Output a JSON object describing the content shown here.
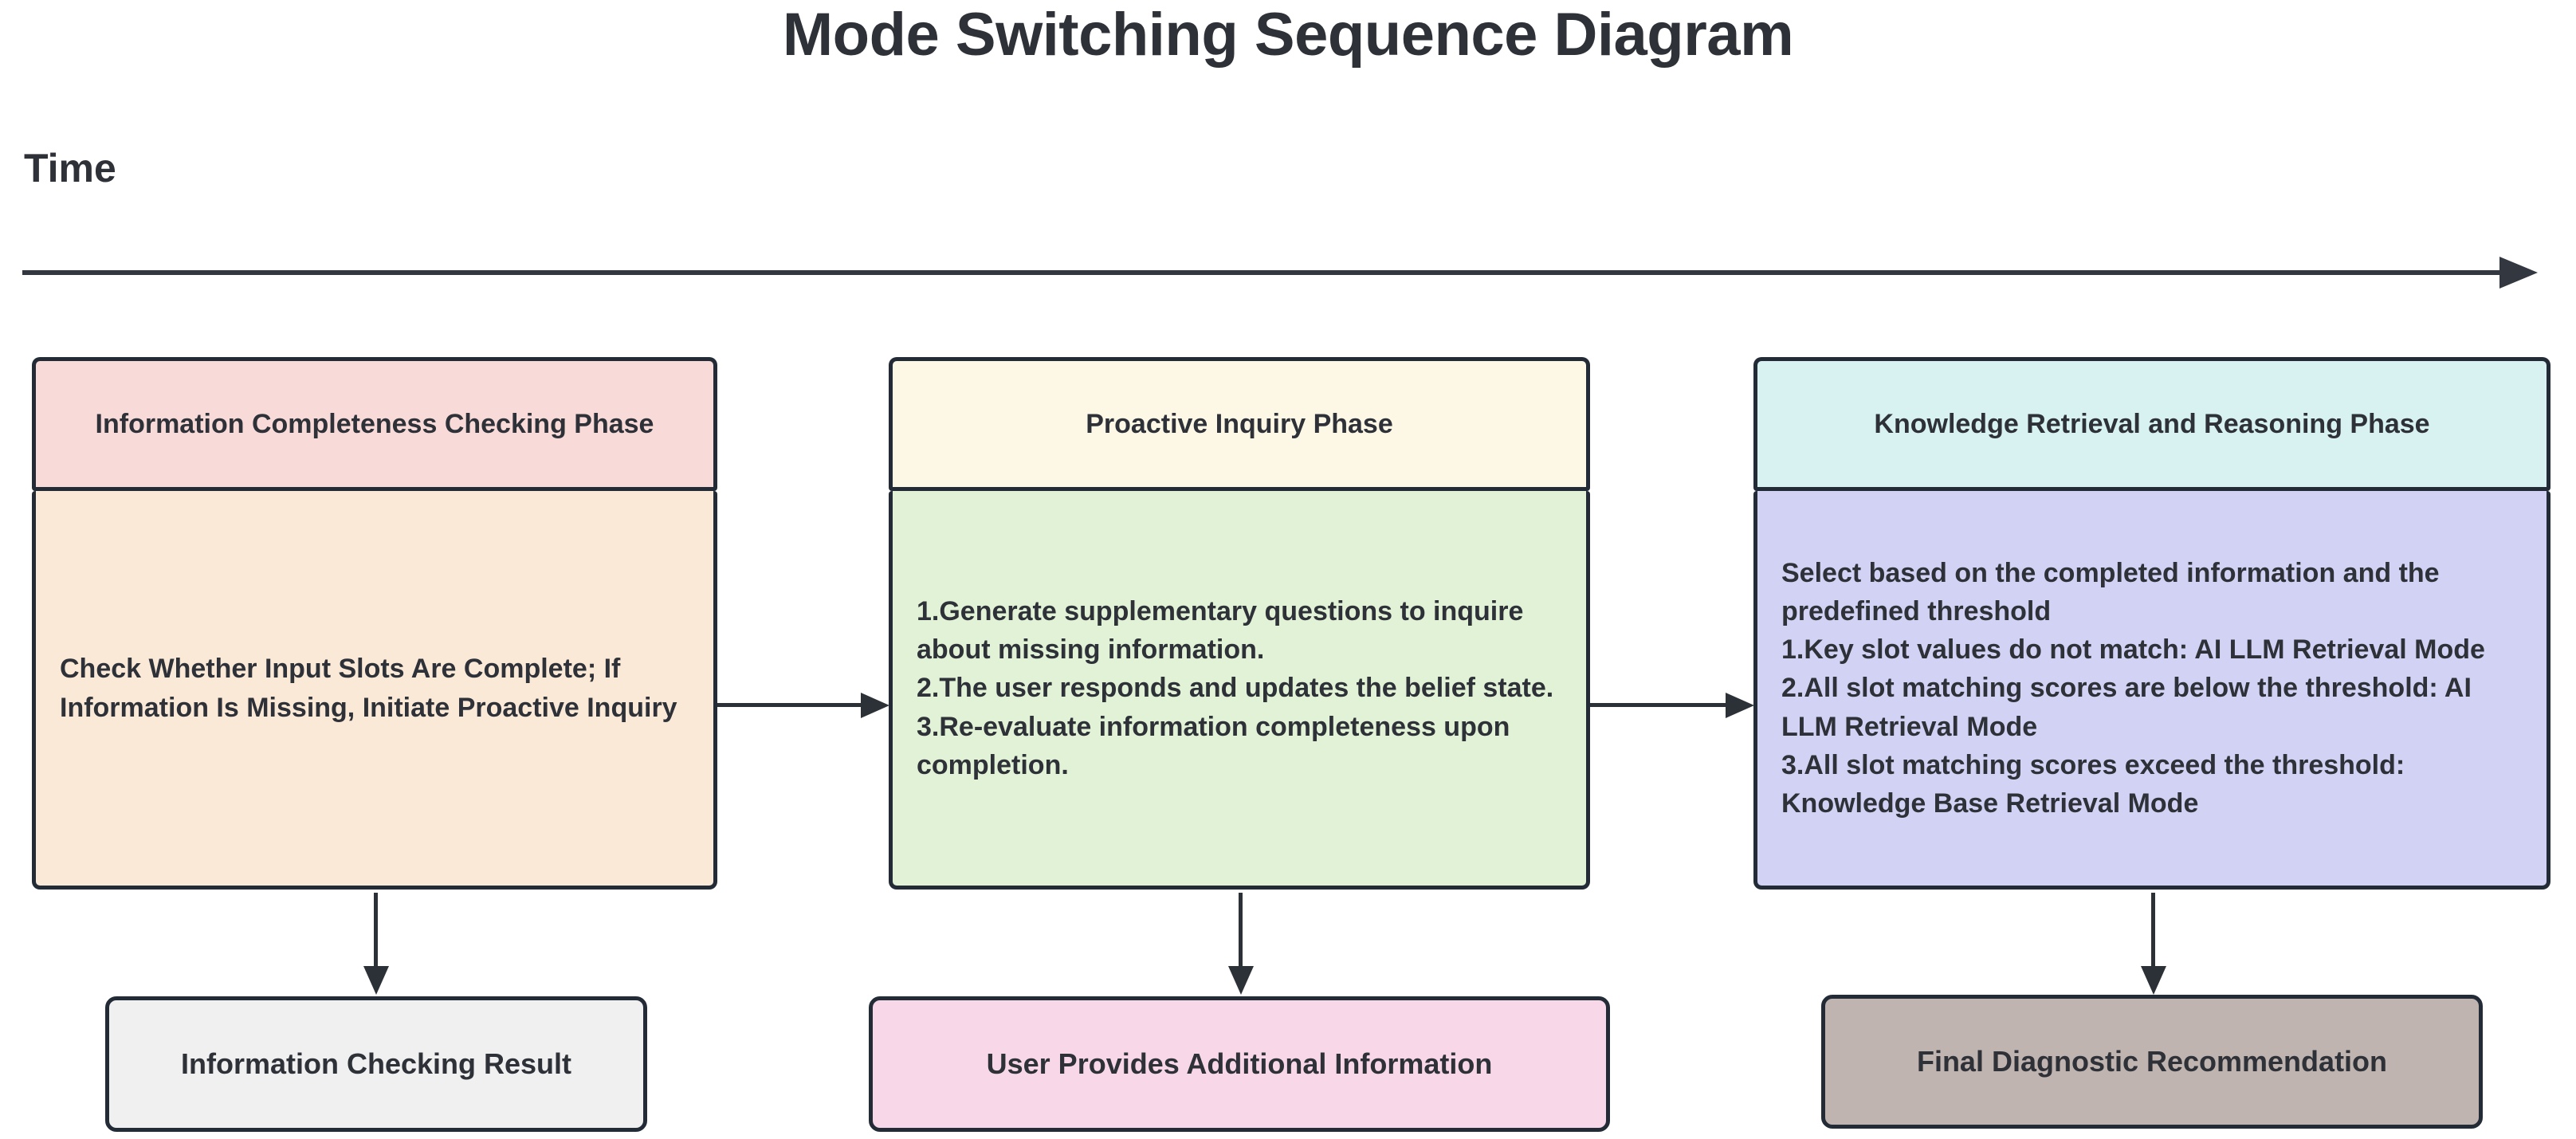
{
  "title": "Mode Switching Sequence Diagram",
  "axis": {
    "label": "Time",
    "arrow_icon": "arrow-right-icon"
  },
  "colors": {
    "stroke": "#232b36",
    "connector": "#2c3138",
    "text": "#2e3238",
    "phase1_header_bg": "#f8dbd9",
    "phase1_body_bg": "#fbe9d8",
    "phase2_header_bg": "#fdf8e6",
    "phase2_body_bg": "#e2f2d6",
    "phase3_header_bg": "#d7f2f0",
    "phase3_body_bg": "#d2d2f5",
    "result1_bg": "#f0f0f0",
    "result2_bg": "#f8d7e8",
    "result3_bg": "#c0b4b0"
  },
  "lanes": [
    {
      "id": "information-completeness-checking",
      "header": "Information Completeness Checking Phase",
      "body": "Check Whether Input Slots Are Complete; If Information Is Missing, Initiate Proactive Inquiry",
      "body_align": "left",
      "result": "Information Checking Result"
    },
    {
      "id": "proactive-inquiry",
      "header": "Proactive Inquiry Phase",
      "body": "1.Generate supplementary questions to inquire about missing information.\n2.The user responds and updates the belief state.\n3.Re-evaluate information completeness upon completion.",
      "body_align": "left",
      "result": "User Provides Additional Information"
    },
    {
      "id": "knowledge-retrieval-and-reasoning",
      "header": "Knowledge Retrieval and Reasoning Phase",
      "body": "Select based on the completed information and the predefined threshold\n1.Key slot values do not match: AI LLM Retrieval Mode\n2.All slot matching scores are below the threshold: AI LLM Retrieval Mode\n3.All slot matching scores exceed the threshold: Knowledge Base Retrieval Mode",
      "body_align": "left",
      "result": "Final Diagnostic Recommendation"
    }
  ],
  "connectors": {
    "lane1_to_lane2": "arrow-right-icon",
    "lane2_to_lane3": "arrow-right-icon",
    "lane1_to_result1": "arrow-down-icon",
    "lane2_to_result2": "arrow-down-icon",
    "lane3_to_result3": "arrow-down-icon"
  }
}
